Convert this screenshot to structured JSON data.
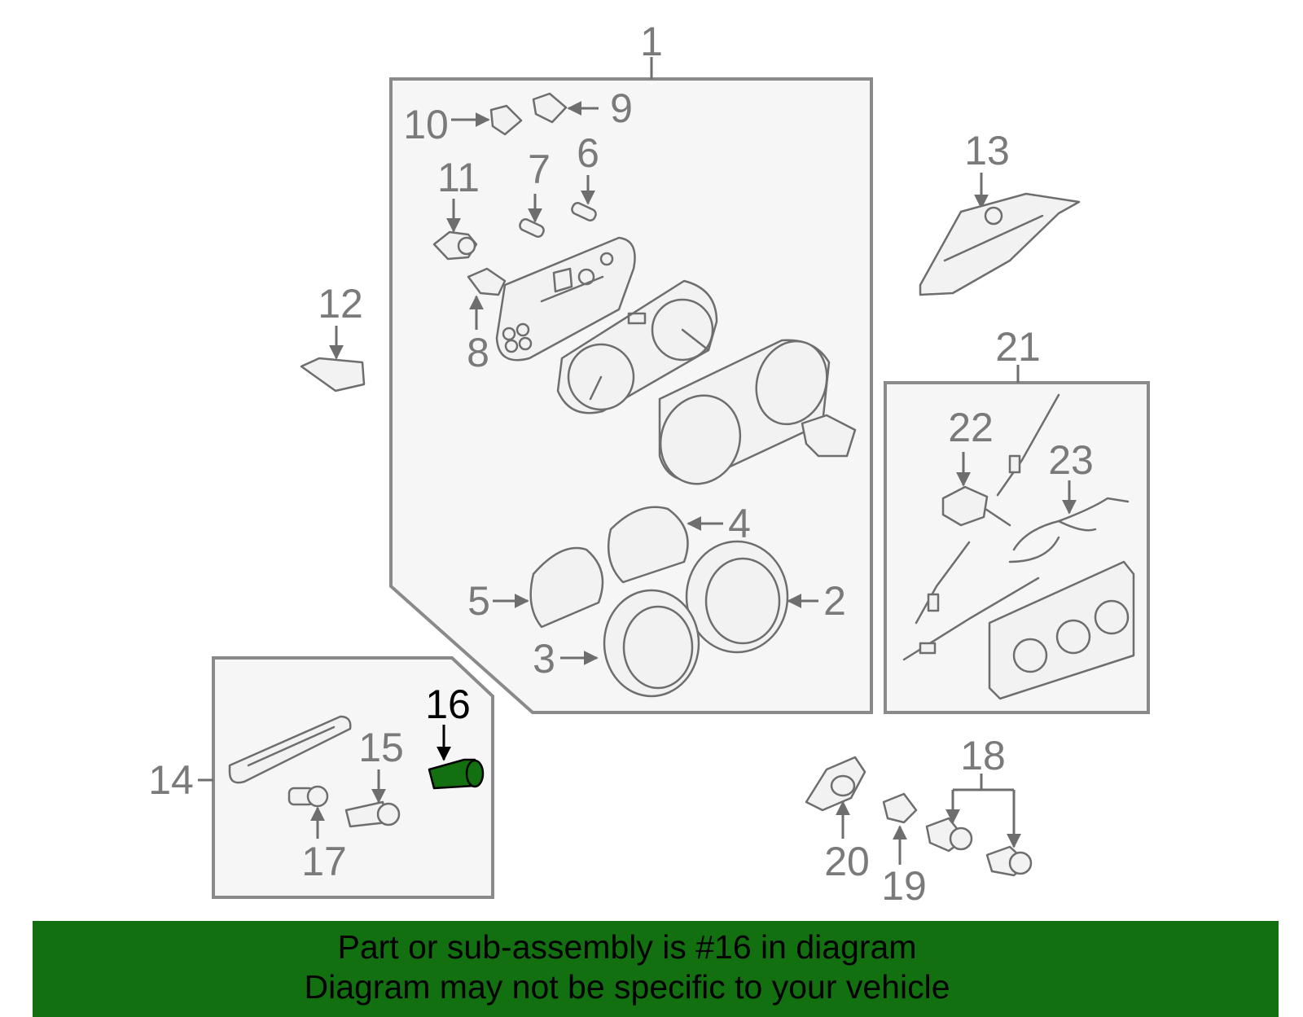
{
  "callouts": {
    "c1": "1",
    "c2": "2",
    "c3": "3",
    "c4": "4",
    "c5": "5",
    "c6": "6",
    "c7": "7",
    "c8": "8",
    "c9": "9",
    "c10": "10",
    "c11": "11",
    "c12": "12",
    "c13": "13",
    "c14": "14",
    "c15": "15",
    "c16": "16",
    "c17": "17",
    "c18": "18",
    "c19": "19",
    "c20": "20",
    "c21": "21",
    "c22": "22",
    "c23": "23"
  },
  "highlight": {
    "part_number": "16",
    "color": "#137010"
  },
  "footer": {
    "line1": "Part or sub-assembly is #16 in diagram",
    "line2": "Diagram may not be specific to your vehicle",
    "background": "#137010"
  }
}
